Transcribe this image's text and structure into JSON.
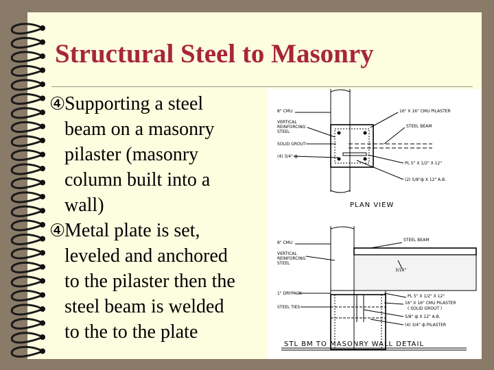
{
  "slide": {
    "title": "Structural Steel to Masonry",
    "bullets": [
      {
        "icon": "bullet-4-icon",
        "lines": [
          "Supporting a steel",
          "beam on a masonry",
          "pilaster (masonry",
          "column built into a",
          "wall)"
        ]
      },
      {
        "icon": "bullet-4-icon",
        "lines": [
          "Metal plate is set,",
          "leveled and anchored",
          "to the pilaster  then the",
          "steel beam is welded",
          "to the to the plate"
        ]
      }
    ]
  },
  "drawing": {
    "plan": {
      "left_labels": [
        "8\" CMU",
        "VERTICAL",
        "REINFORCING",
        "STEEL",
        "SOLID GROUT",
        "(4) 3/4\" ф"
      ],
      "right_labels": [
        "16\" X 16\" CMU PILASTER",
        "STEEL BEAM",
        "PL 5\" X 1/2\" X 12\"",
        "(2) 5/8\"ф X 12\" A.B."
      ],
      "view_label": "PLAN VIEW"
    },
    "section": {
      "left_labels": [
        "8\" CMU",
        "VERTICAL",
        "REINFORCING",
        "STEEL",
        "1\" DRYPACK",
        "STEEL TIES"
      ],
      "right_labels": [
        "STEEL BEAM",
        "3/16\"",
        "PL 5\" X 1/2\" X 12\"",
        "16\" X 16\" CMU PILASTER",
        "( SOLID GROUT )",
        "5/8\" ф X 12\" A.B.",
        "(4) 3/4\" ф PILASTER"
      ],
      "view_label": "STL BM TO MASONRY WALL DETAIL"
    }
  },
  "colors": {
    "background": "#8a7a68",
    "page": "#fdfde0",
    "title": "#a8263a",
    "text": "#000000"
  }
}
